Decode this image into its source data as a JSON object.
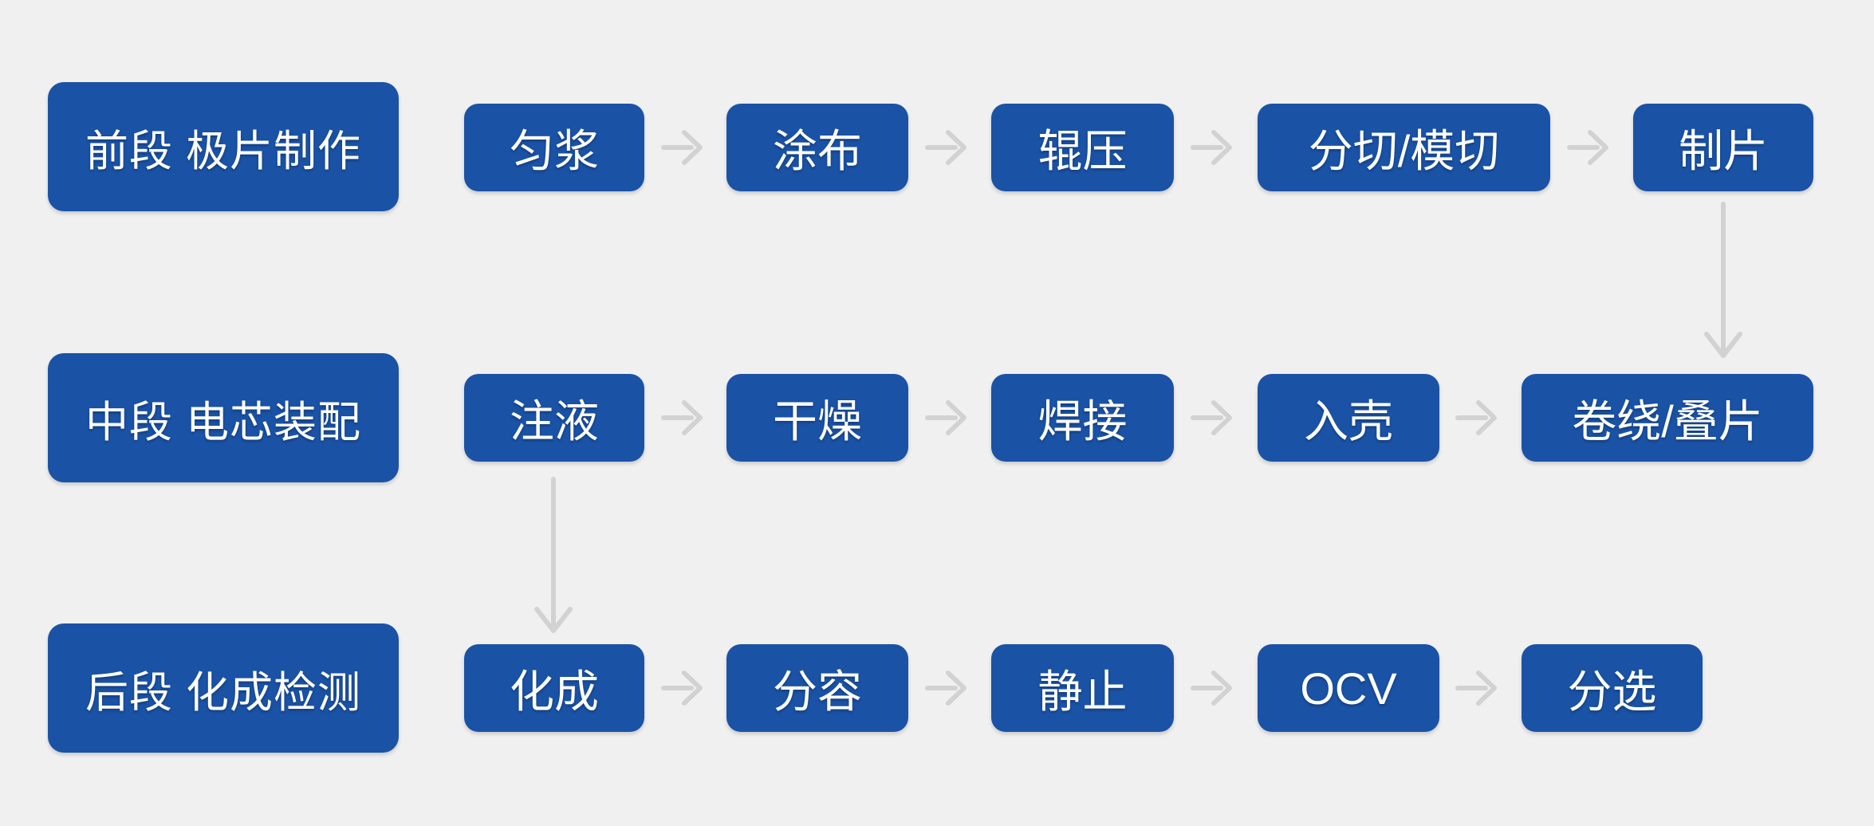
{
  "diagram": {
    "background_color": "#f0f0f1",
    "box_color": "#1a52a6",
    "box_text_color": "#ffffff",
    "arrow_color": "#d2d2d2",
    "rows": [
      {
        "stage": {
          "label": "前段 极片制作"
        },
        "steps": [
          {
            "label": "匀浆"
          },
          {
            "label": "涂布"
          },
          {
            "label": "辊压"
          },
          {
            "label": "分切/模切"
          },
          {
            "label": "制片"
          }
        ]
      },
      {
        "stage": {
          "label": "中段 电芯装配"
        },
        "steps": [
          {
            "label": "注液"
          },
          {
            "label": "干燥"
          },
          {
            "label": "焊接"
          },
          {
            "label": "入壳"
          },
          {
            "label": "卷绕/叠片"
          }
        ]
      },
      {
        "stage": {
          "label": "后段 化成检测"
        },
        "steps": [
          {
            "label": "化成"
          },
          {
            "label": "分容"
          },
          {
            "label": "静止"
          },
          {
            "label": "OCV"
          },
          {
            "label": "分选"
          }
        ]
      }
    ],
    "connectors": [
      {
        "from": "制片",
        "to": "卷绕/叠片",
        "direction": "down"
      },
      {
        "from": "注液",
        "to": "化成",
        "direction": "down"
      }
    ]
  }
}
